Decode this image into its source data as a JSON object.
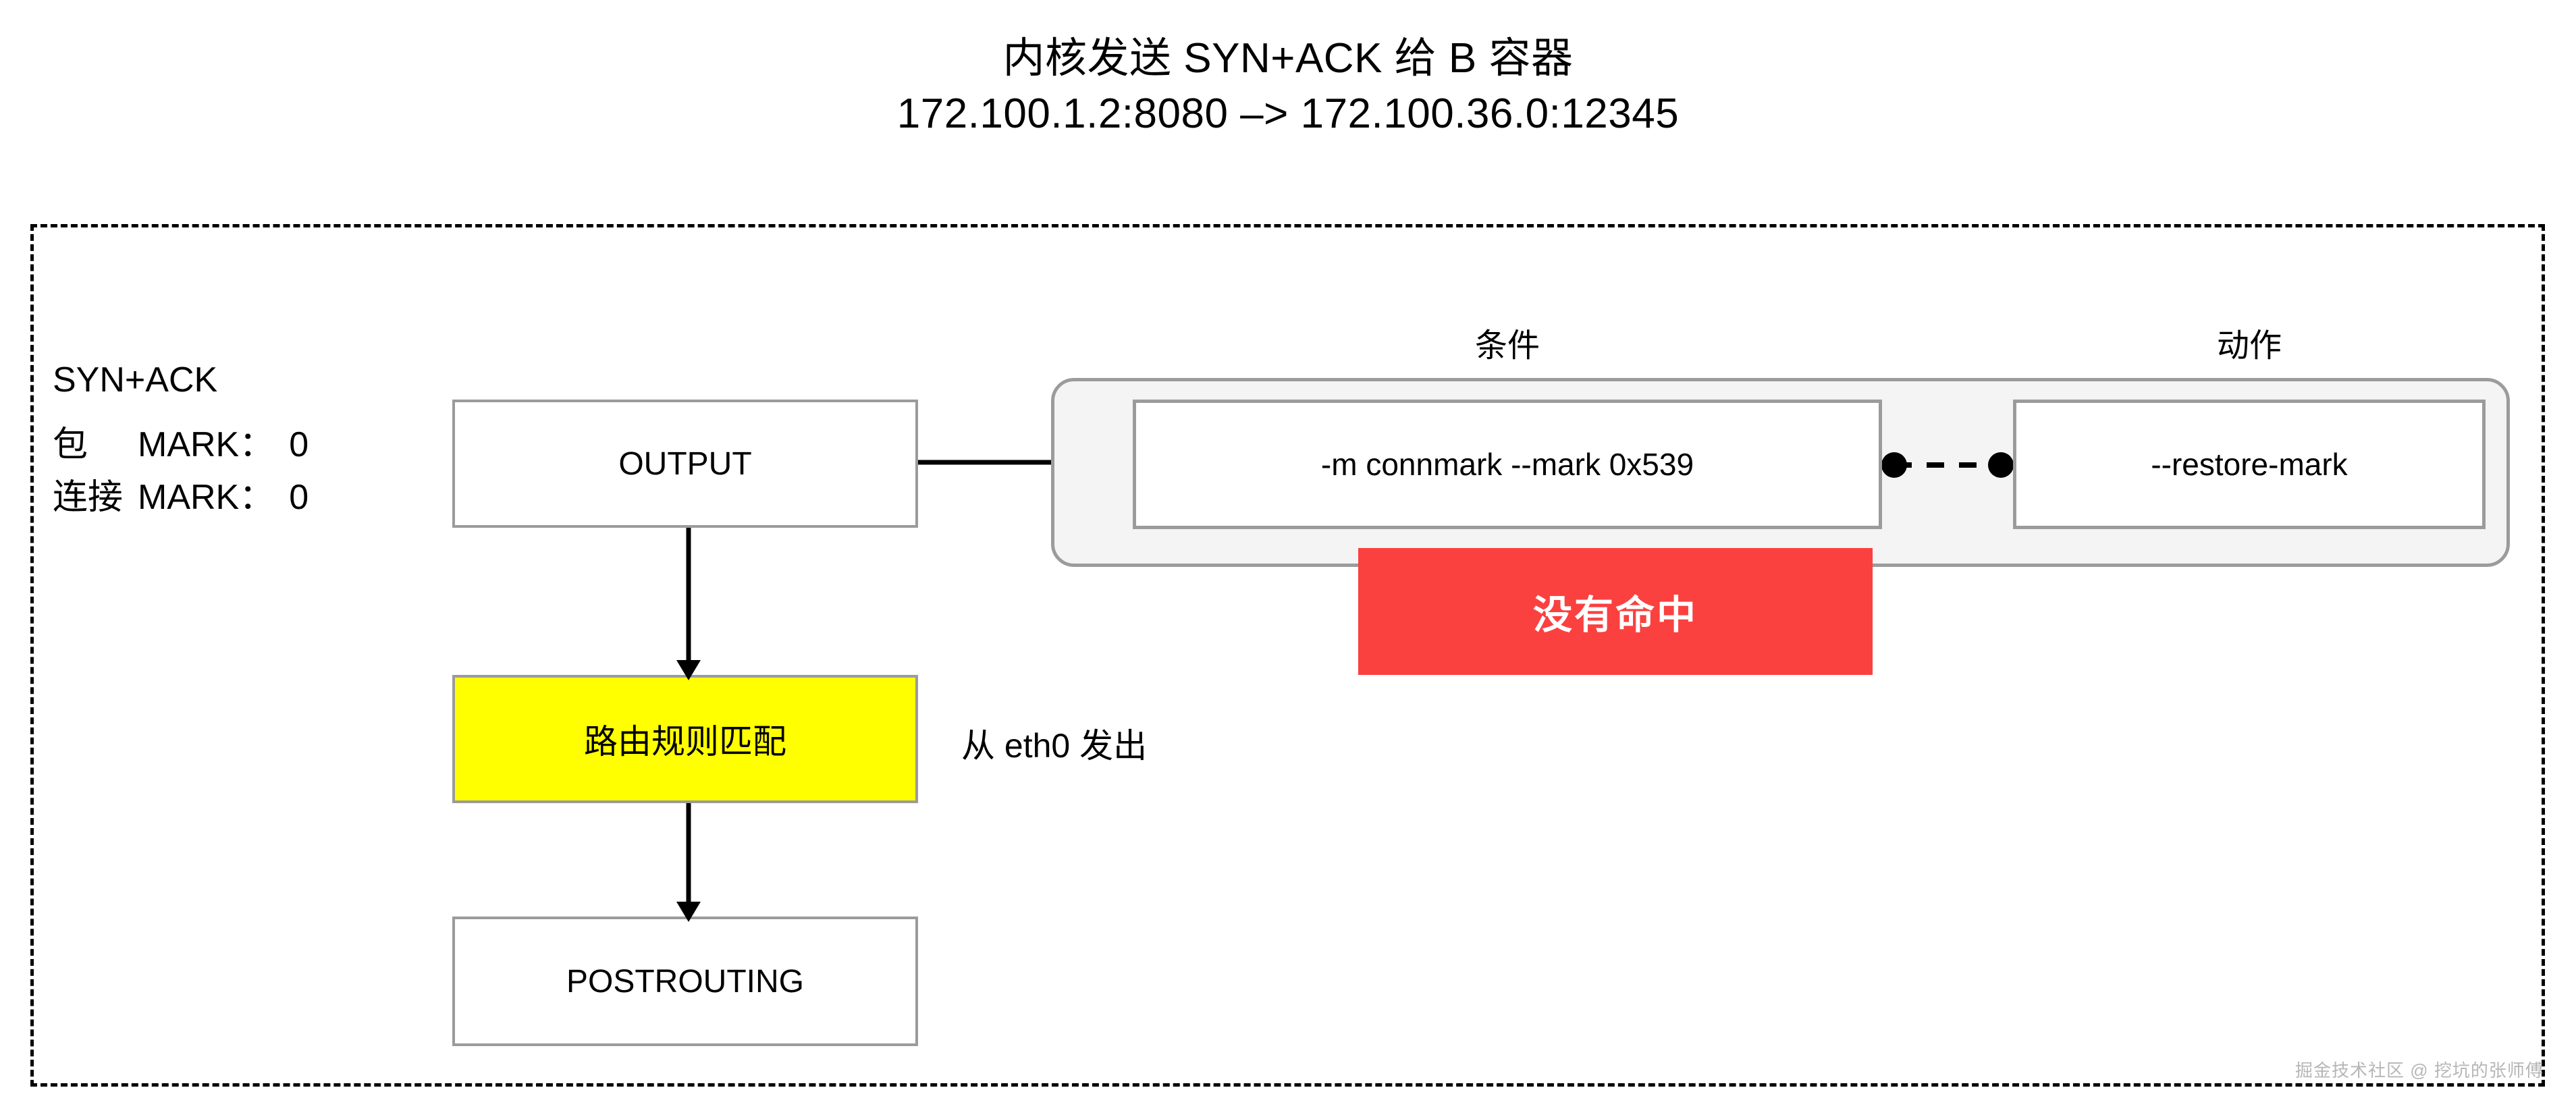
{
  "title": {
    "line1": "内核发送 SYN+ACK 给 B 容器",
    "line2": "172.100.1.2:8080 –> 172.100.36.0:12345"
  },
  "packet_status": {
    "protocol_label": "SYN+ACK",
    "packet_key": "包",
    "packet_mark_label": "MARK：",
    "packet_mark_value": "0",
    "conn_key": "连接",
    "conn_mark_label": "MARK：",
    "conn_mark_value": "0"
  },
  "nodes": {
    "output": "OUTPUT",
    "routing": "路由规则匹配",
    "postrouting": "POSTROUTING"
  },
  "rule_panel": {
    "condition_header": "条件",
    "action_header": "动作",
    "condition_text": "-m connmark --mark 0x539",
    "action_text": "--restore-mark"
  },
  "banners": {
    "miss": "没有命中"
  },
  "annotations": {
    "eth_note": "从 eth0 发出"
  },
  "watermark": "掘金技术社区 @ 挖坑的张师傅",
  "colors": {
    "miss_red": "#fb4040",
    "routing_yellow": "#ffff00",
    "box_border_gray": "#9b9b9b",
    "panel_fill_gray": "#f4f4f4",
    "outer_border": "#000000"
  }
}
